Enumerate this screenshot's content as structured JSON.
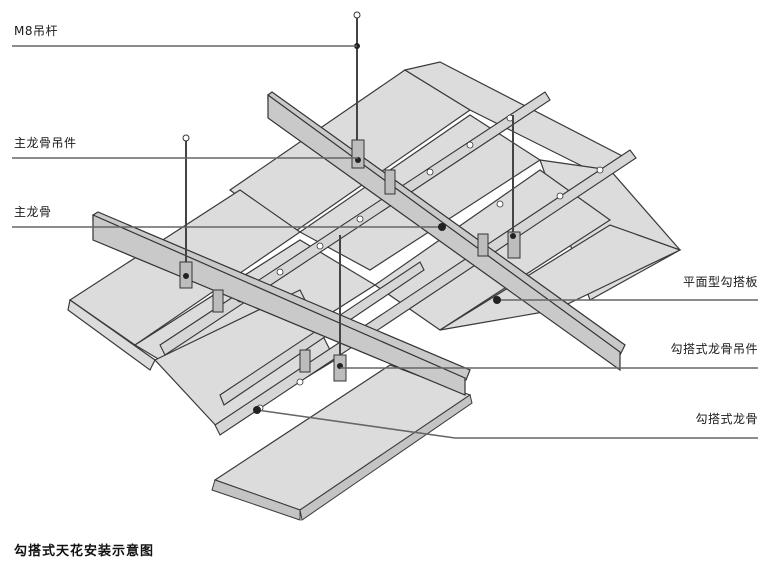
{
  "caption": "勾搭式天花安装示意图",
  "labels": {
    "m8_rod": "M8吊杆",
    "main_keel_hanger": "主龙骨吊件",
    "main_keel": "主龙骨",
    "flat_hook_panel": "平面型勾搭板",
    "hook_keel_hanger": "勾搭式龙骨吊件",
    "hook_keel": "勾搭式龙骨"
  },
  "colors": {
    "panel_fill": "#dcdcdc",
    "keel_fill": "#c8c8c8",
    "outline": "#3a3a3a",
    "leader_line": "#555555",
    "background": "#ffffff"
  }
}
